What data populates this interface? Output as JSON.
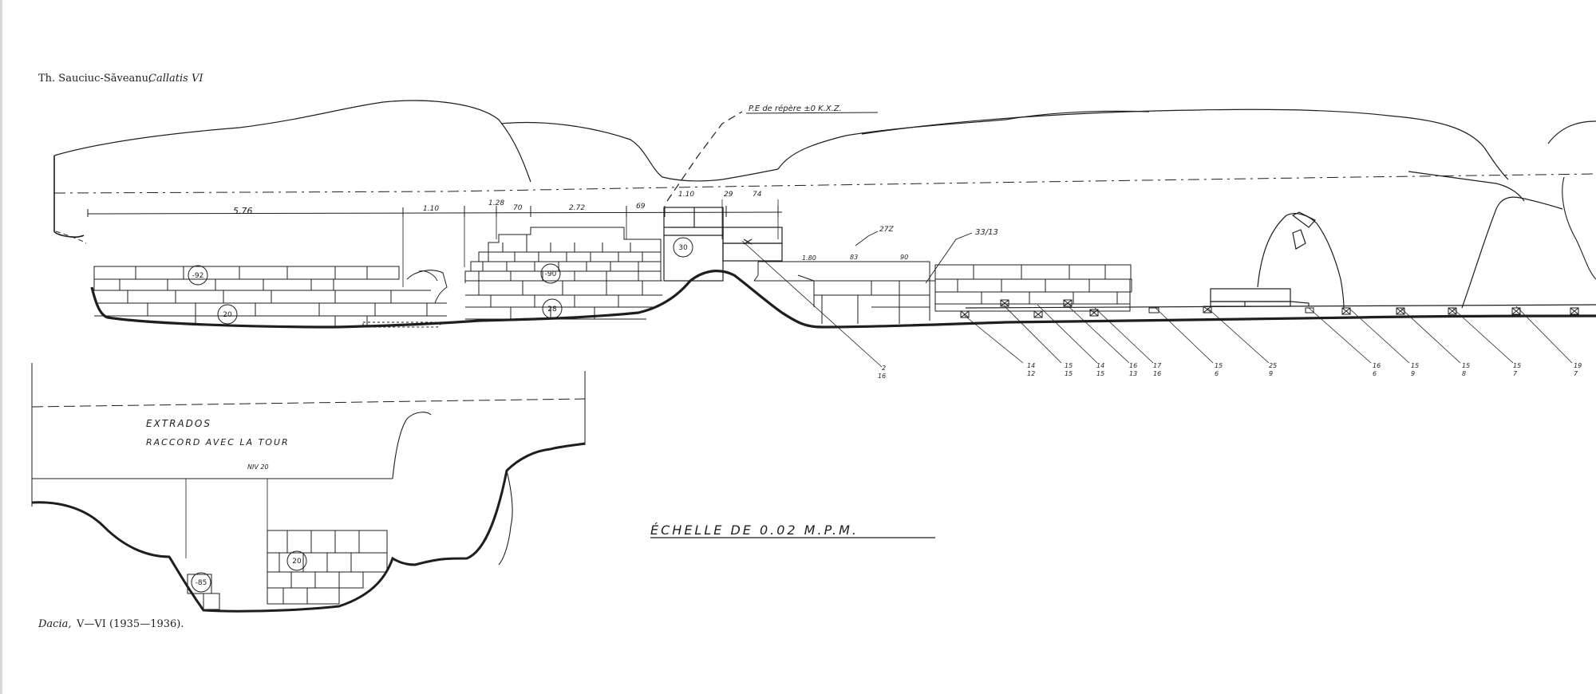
{
  "header": {
    "author": "Th. Sauciuc-Săveanu,",
    "work": "Callatis VI"
  },
  "footer": {
    "journal": "Dacia,",
    "volume": "V—VI (1935—1936)."
  },
  "section_upper": {
    "annotation_top": "P.E de répère ±0 K.X.Z.",
    "dimensions": [
      "5.76",
      "1.10",
      "1.28",
      "70",
      "2.72",
      "69",
      "1.10",
      "29",
      "74",
      "1.80",
      "83",
      "90"
    ],
    "level_circles": [
      "-92",
      "20",
      "-90",
      "28",
      "30"
    ],
    "note_a": "33/13",
    "note_b": "27Z",
    "callouts": [
      {
        "top": "14",
        "bottom": "12"
      },
      {
        "top": "15",
        "bottom": "15"
      },
      {
        "top": "14",
        "bottom": "15"
      },
      {
        "top": "16",
        "bottom": "13"
      },
      {
        "top": "17",
        "bottom": "16"
      },
      {
        "top": "15",
        "bottom": "6"
      },
      {
        "top": "25",
        "bottom": "9"
      },
      {
        "top": "16",
        "bottom": "6"
      },
      {
        "top": "15",
        "bottom": "9"
      },
      {
        "top": "15",
        "bottom": "8"
      },
      {
        "top": "15",
        "bottom": "7"
      },
      {
        "top": "19",
        "bottom": "7"
      }
    ],
    "callout_left": {
      "top": "2",
      "bottom": "16"
    }
  },
  "section_lower": {
    "label_1": "EXTRADOS",
    "label_2": "RACCORD AVEC LA TOUR",
    "niv": "NIV 20",
    "circles": [
      "-85",
      "20"
    ]
  },
  "scale": {
    "label": "ÉCHELLE DE 0.02 M.P.M."
  },
  "colors": {
    "ink": "#1e1e1e",
    "paper": "#ffffff"
  }
}
